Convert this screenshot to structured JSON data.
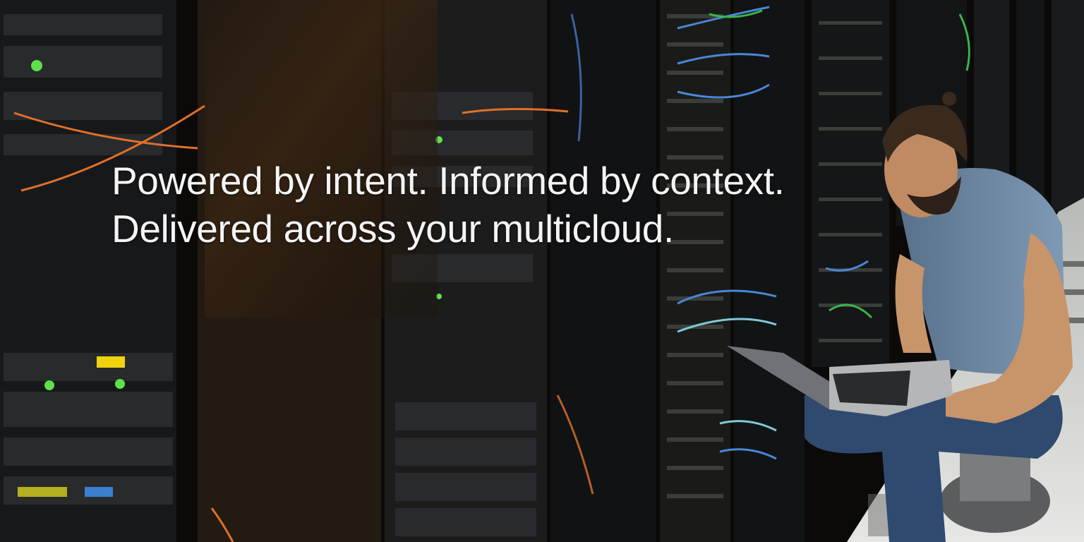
{
  "hero": {
    "headline_line1": "Powered by intent. Informed by context.",
    "headline_line2": "Delivered across your multicloud.",
    "text_color": "#f4f4f4"
  },
  "scene": {
    "subject": "person-with-laptop",
    "setting": "data-center-server-racks",
    "colors": {
      "background": "#0b0a09",
      "warm_overlay": "#3a2512",
      "cable_blue": "#4a86d8",
      "cable_orange": "#e0702a",
      "cable_green": "#39b54a",
      "shirt": "#6e8aa6",
      "jeans": "#2f4a6e",
      "floor": "#d9dad8"
    }
  }
}
